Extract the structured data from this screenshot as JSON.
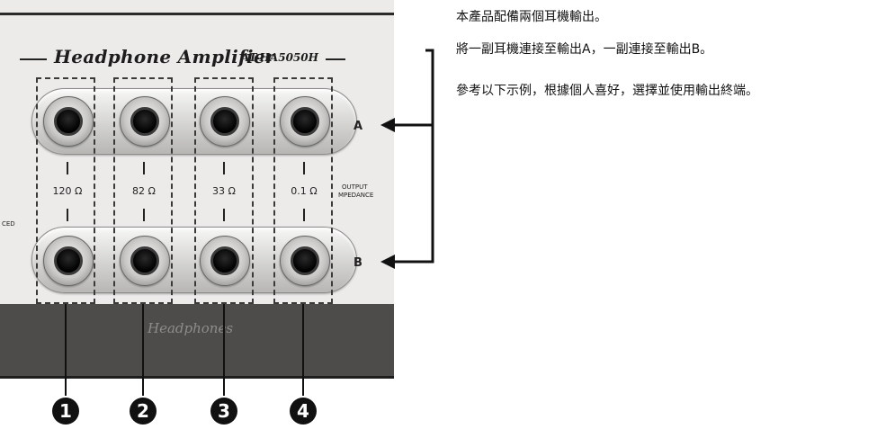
{
  "panel": {
    "title": "Headphone Amplifier",
    "model": "AT-HA5050H",
    "row_labels": {
      "a": "A",
      "b": "B"
    },
    "impedances": [
      "120 Ω",
      "82 Ω",
      "33 Ω",
      "0.1 Ω"
    ],
    "output_impedance_label_line1": "OUTPUT",
    "output_impedance_label_line2": "MPEDANCE",
    "left_edge_label": "CED",
    "brand_text": "Headphones"
  },
  "badges": [
    "1",
    "2",
    "3",
    "4"
  ],
  "notes": [
    "本產品配備兩個耳機輸出。",
    "將一副耳機連接至輸出A，一副連接至輸出B。",
    "參考以下示例，根據個人喜好，選擇並使用輸出終端。"
  ],
  "colors": {
    "panel": "#ecebea",
    "band": "#4e4c4a",
    "ink": "#111111"
  }
}
